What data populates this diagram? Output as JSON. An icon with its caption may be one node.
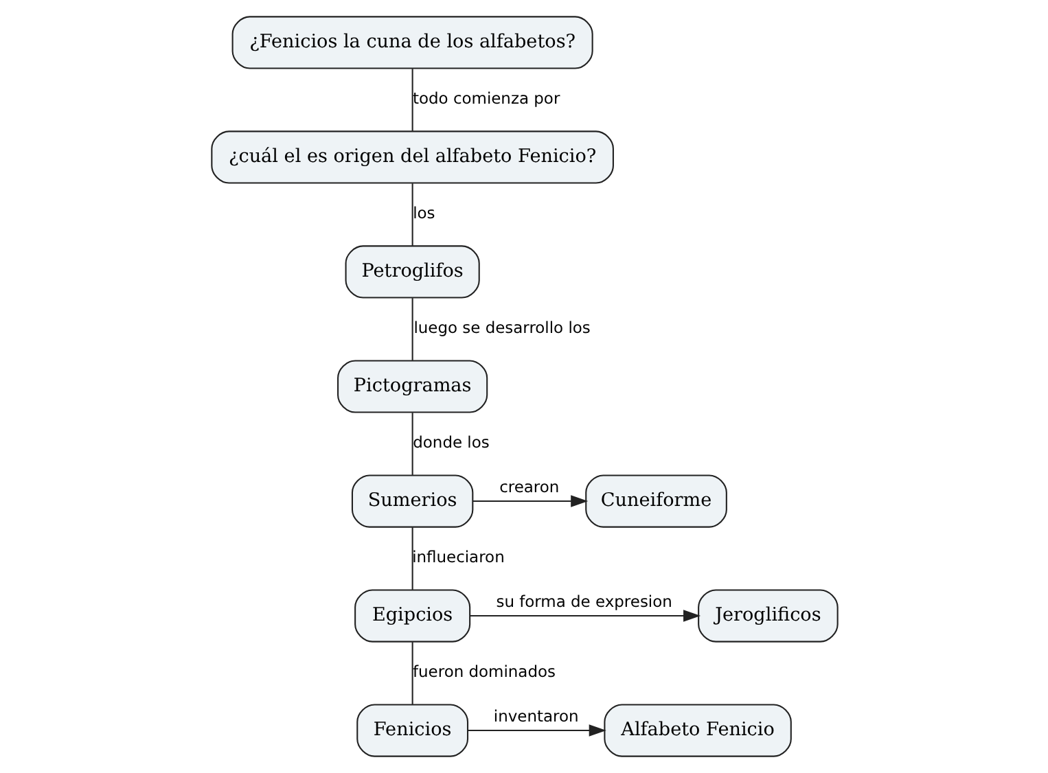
{
  "diagram": {
    "nodes": [
      {
        "text": [
          "¿Fenicios la cuna de los alfabetos?"
        ]
      },
      {
        "text": [
          "¿cuál el es origen del alfabeto Fenicio?"
        ]
      },
      {
        "text": [
          "Petroglifos"
        ]
      },
      {
        "text": [
          "Pictogramas"
        ]
      },
      {
        "text": [
          "Sumerios"
        ]
      },
      {
        "text": [
          "Cuneiforme"
        ]
      },
      {
        "text": [
          "Egipcios"
        ]
      },
      {
        "text": [
          "Jeroglificos"
        ]
      },
      {
        "text": [
          "Fenicios"
        ]
      },
      {
        "text": [
          "Alfabeto Fenicio"
        ]
      }
    ],
    "edges": [
      {
        "from": 0,
        "to": 1,
        "arrow": "none",
        "label": "todo comienza por"
      },
      {
        "from": 1,
        "to": 2,
        "arrow": "none",
        "label": "los"
      },
      {
        "from": 2,
        "to": 3,
        "arrow": "none",
        "label": "luego se desarrollo los"
      },
      {
        "from": 3,
        "to": 4,
        "arrow": "none",
        "label": "donde los"
      },
      {
        "from": 4,
        "to": 5,
        "arrow": "to",
        "label": "crearon"
      },
      {
        "from": 4,
        "to": 6,
        "arrow": "none",
        "label": "influeciaron"
      },
      {
        "from": 6,
        "to": 7,
        "arrow": "to",
        "label": "su forma de expresion"
      },
      {
        "from": 6,
        "to": 8,
        "arrow": "none",
        "label": "fueron dominados"
      },
      {
        "from": 8,
        "to": 9,
        "arrow": "to",
        "label": "inventaron"
      }
    ]
  }
}
